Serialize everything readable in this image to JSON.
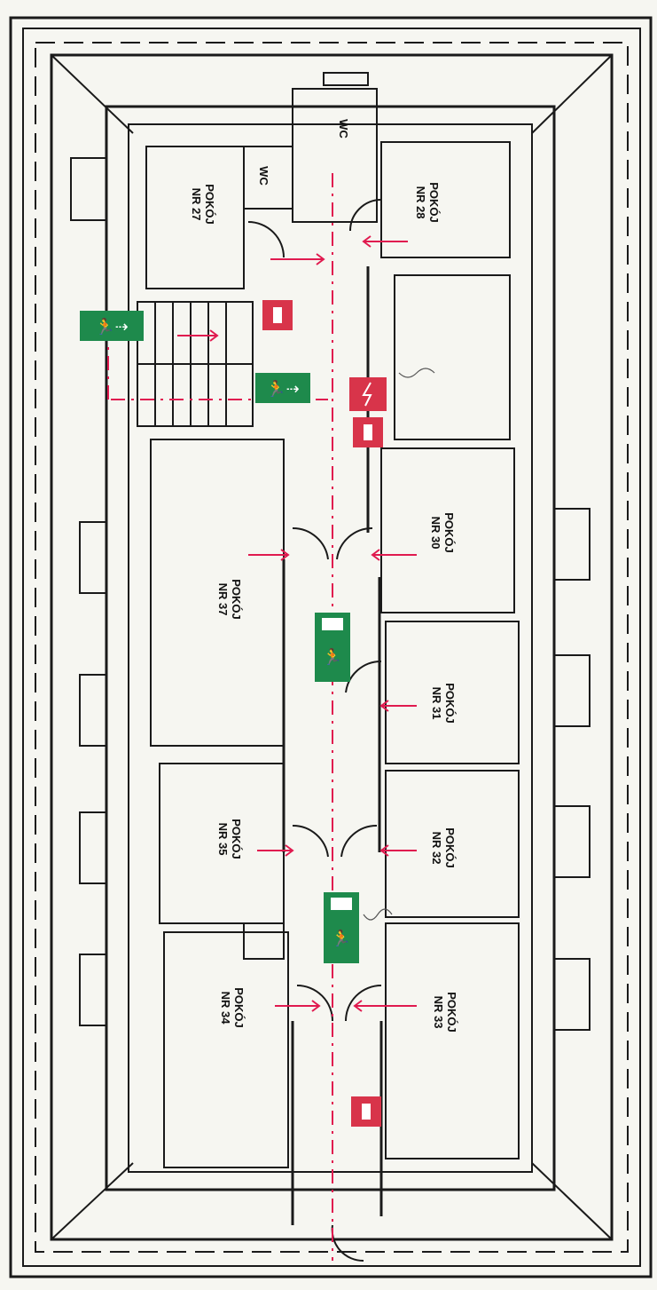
{
  "rooms": [
    {
      "id": "pokoj-27",
      "line1": "POKÓJ",
      "line2": "NR 27"
    },
    {
      "id": "pokoj-28",
      "line1": "POKÓJ",
      "line2": "NR 28"
    },
    {
      "id": "pokoj-30",
      "line1": "POKÓJ",
      "line2": "NR 30"
    },
    {
      "id": "pokoj-31",
      "line1": "POKÓJ",
      "line2": "NR 31"
    },
    {
      "id": "pokoj-32",
      "line1": "POKÓJ",
      "line2": "NR 32"
    },
    {
      "id": "pokoj-33",
      "line1": "POKÓJ",
      "line2": "NR 33"
    },
    {
      "id": "pokoj-34",
      "line1": "POKÓJ",
      "line2": "NR 34"
    },
    {
      "id": "pokoj-35",
      "line1": "POKÓJ",
      "line2": "NR 35"
    },
    {
      "id": "pokoj-37",
      "line1": "POKÓJ",
      "line2": "NR 37"
    }
  ],
  "wc_labels": [
    "WC",
    "WC"
  ],
  "sign_colors": {
    "exit": "#1e8a4c",
    "fire": "#d8344a",
    "route": "#e01a4f"
  },
  "icons": [
    "emergency-exit-sign",
    "fire-extinguisher-sign",
    "electrical-switchboard-sign"
  ]
}
